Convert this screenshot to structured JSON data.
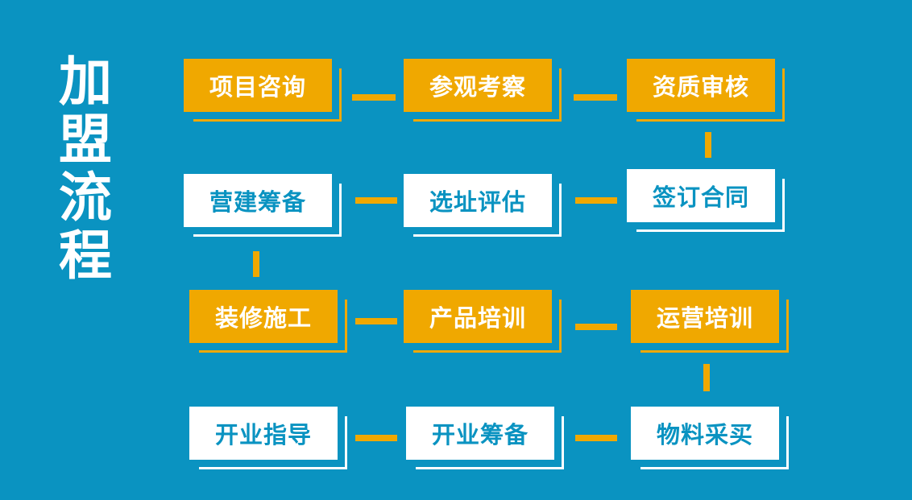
{
  "title": [
    "加",
    "盟",
    "流",
    "程"
  ],
  "steps": [
    {
      "label": "项目咨询",
      "style": "orange"
    },
    {
      "label": "参观考察",
      "style": "orange"
    },
    {
      "label": "资质审核",
      "style": "orange"
    },
    {
      "label": "签订合同",
      "style": "white"
    },
    {
      "label": "选址评估",
      "style": "white"
    },
    {
      "label": "营建筹备",
      "style": "white"
    },
    {
      "label": "装修施工",
      "style": "orange"
    },
    {
      "label": "产品培训",
      "style": "orange"
    },
    {
      "label": "运营培训",
      "style": "orange"
    },
    {
      "label": "物料采买",
      "style": "white"
    },
    {
      "label": "开业筹备",
      "style": "white"
    },
    {
      "label": "开业指导",
      "style": "white"
    }
  ],
  "colors": {
    "background": "#0a93c1",
    "accent": "#f0a800",
    "light": "#ffffff"
  }
}
